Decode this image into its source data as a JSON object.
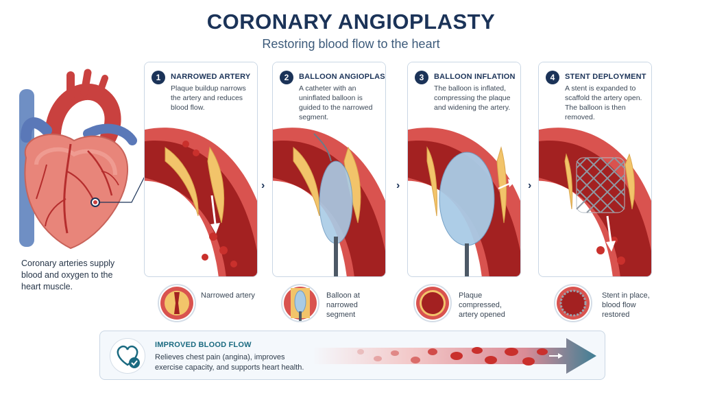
{
  "header": {
    "title": "CORONARY ANGIOPLASTY",
    "subtitle": "Restoring blood flow to the heart"
  },
  "heart": {
    "caption": "Coronary arteries supply blood and oxygen to the heart muscle."
  },
  "steps": [
    {
      "number": "1",
      "title": "NARROWED ARTERY",
      "description": "Plaque buildup narrows the artery and reduces blood flow."
    },
    {
      "number": "2",
      "title": "BALLOON ANGIOPLASTY",
      "description": "A catheter with an uninflated balloon is guided to the narrowed segment."
    },
    {
      "number": "3",
      "title": "BALLOON INFLATION",
      "description": "The balloon is inflated, compressing the plaque and widening the artery."
    },
    {
      "number": "4",
      "title": "STENT DEPLOYMENT",
      "description": "A stent is expanded to scaffold the artery open. The balloon is then removed."
    }
  ],
  "thumbnails": [
    {
      "label": "Narrowed artery"
    },
    {
      "label": "Balloon at narrowed segment"
    },
    {
      "label": "Plaque compressed, artery opened"
    },
    {
      "label": "Stent in place, blood flow restored"
    }
  ],
  "benefit": {
    "title": "IMPROVED BLOOD FLOW",
    "text": "Relieves chest pain (angina), improves exercise capacity, and supports heart health."
  },
  "colors": {
    "navy": "#1b3358",
    "artery": "#c9413f",
    "plaque": "#f2c46a",
    "balloon": "#a9cbe6",
    "teal": "#1a6a80"
  },
  "icons": {
    "chevron": "chevron-right-icon",
    "benefit": "heart-check-icon"
  }
}
